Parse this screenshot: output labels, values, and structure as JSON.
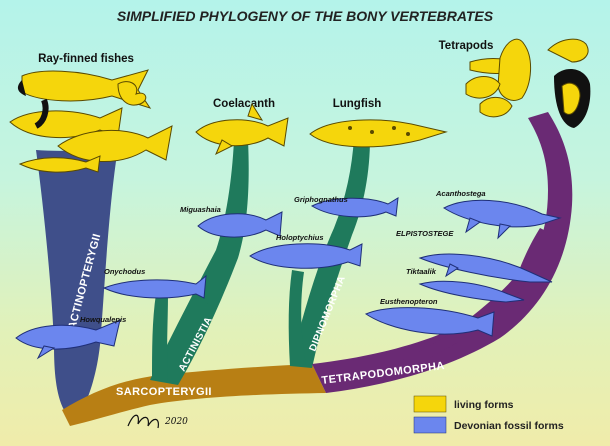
{
  "title": "SIMPLIFIED PHYLOGENY OF THE BONY VERTEBRATES",
  "groups": {
    "ray_finned": "Ray-finned fishes",
    "coelacanth": "Coelacanth",
    "lungfish": "Lungfish",
    "tetrapods": "Tetrapods"
  },
  "clades": {
    "actinopterygii": "ACTINOPTERYGII",
    "actinistia": "ACTINISTIA",
    "dipnomorpha": "DIPNOMORPHA",
    "sarcopterygii": "SARCOPTERYGII",
    "tetrapodomorpha": "TETRAPODOMORPHA"
  },
  "species": {
    "howqualepis": "Howqualepis",
    "onychodus": "Onychodus",
    "miguashaia": "Miguashaia",
    "holoptychius": "Holoptychius",
    "griphognathus": "Griphognathus",
    "acanthostega": "Acanthostega",
    "elpistostege": "ELPISTOSTEGE",
    "tiktaalik": "Tiktaalik",
    "eusthenopteron": "Eusthenopteron"
  },
  "legend": {
    "living": "living forms",
    "fossil": "Devonian fossil forms"
  },
  "signature": "2020",
  "colors": {
    "living": "#f5d60c",
    "fossil": "#6b86ee",
    "actinopterygii": "#3f4f8a",
    "sarcopterygii": "#b87f14",
    "actinistia": "#1f7a5c",
    "tetrapodomorpha": "#6a2a74"
  }
}
